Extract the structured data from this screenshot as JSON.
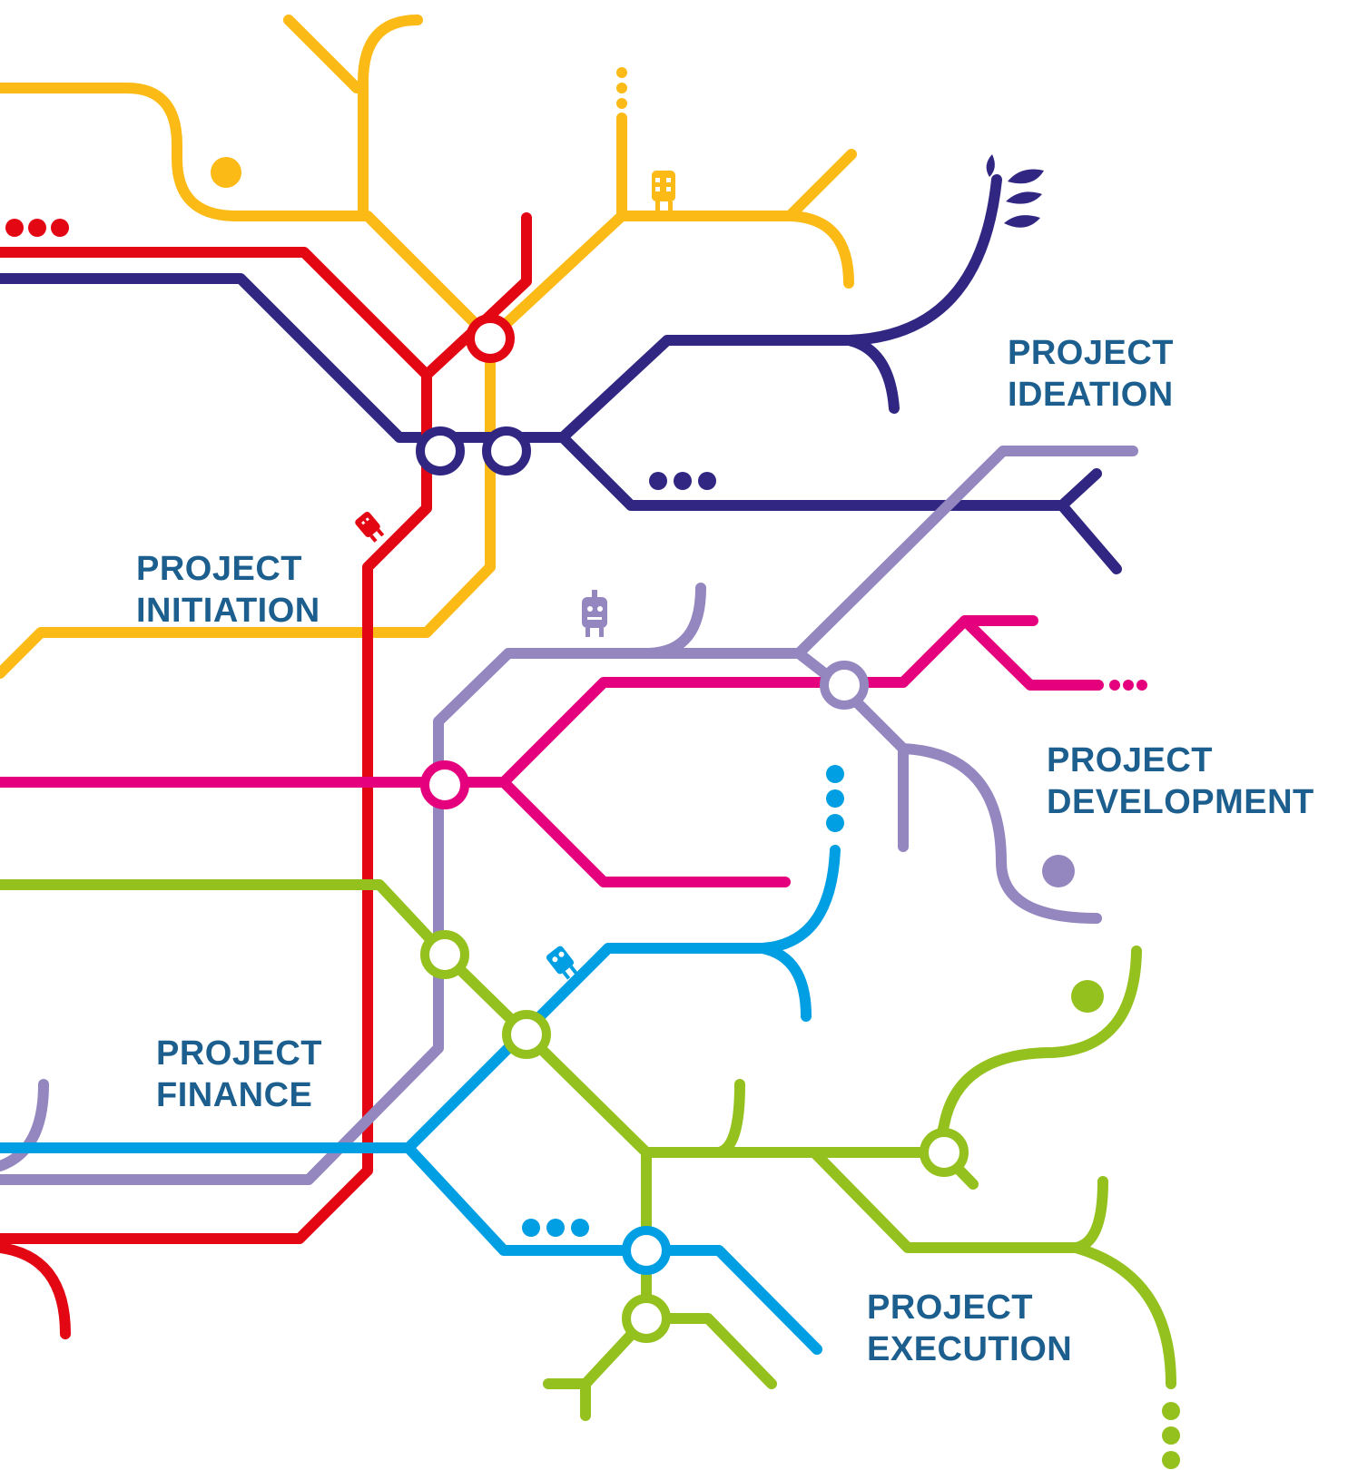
{
  "colors": {
    "yellow": "#FBBA16",
    "red": "#E30613",
    "navy": "#312783",
    "lavender": "#9487C0",
    "magenta": "#E5007E",
    "lime": "#95C11F",
    "cyan": "#009FE3",
    "label_text": "#1C5F8E"
  },
  "labels": {
    "ideation": {
      "line1": "PROJECT",
      "line2": "IDEATION"
    },
    "initiation": {
      "line1": "PROJECT",
      "line2": "INITIATION"
    },
    "development": {
      "line1": "PROJECT",
      "line2": "DEVELOPMENT"
    },
    "finance": {
      "line1": "PROJECT",
      "line2": "FINANCE"
    },
    "execution": {
      "line1": "PROJECT",
      "line2": "EXECUTION"
    }
  },
  "icons": [
    "robot-icon",
    "leaf-sprout-icon",
    "ellipsis-dots-icon"
  ]
}
